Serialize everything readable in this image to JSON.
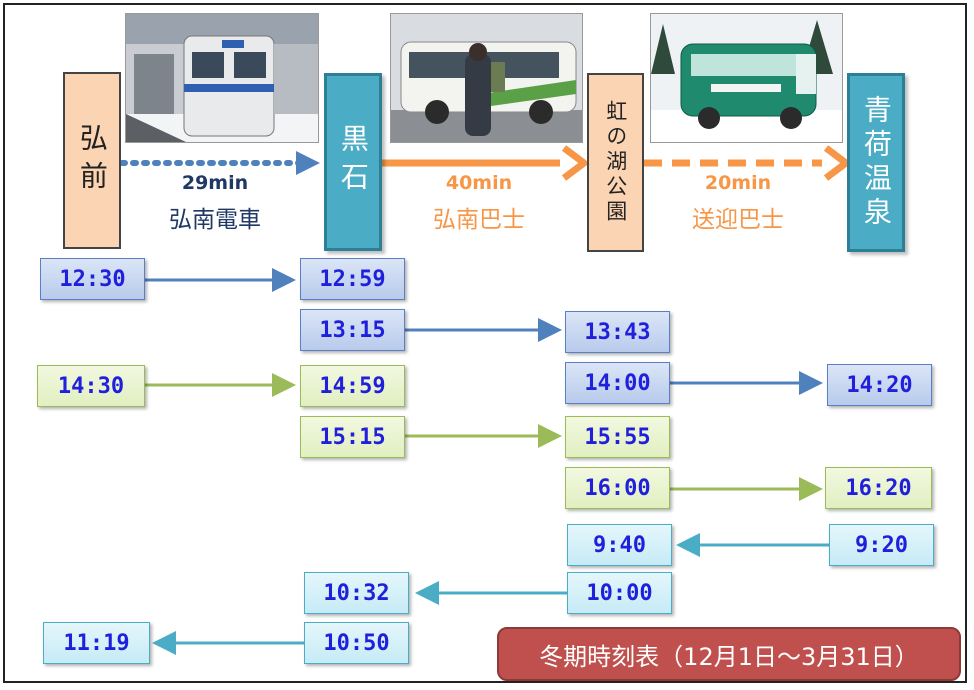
{
  "stations": {
    "hirosaki": "弘前",
    "kuroishi": "黒石",
    "nijinoko": "虹の湖公園",
    "aoni": "青荷温泉"
  },
  "legs": [
    {
      "duration": "29min",
      "mode": "弘南電車",
      "color": "#4f81bd"
    },
    {
      "duration": "40min",
      "mode": "弘南巴士",
      "color": "#f79646"
    },
    {
      "duration": "20min",
      "mode": "送迎巴士",
      "color": "#f79646"
    }
  ],
  "photos": [
    {
      "icon": "train-photo-icon"
    },
    {
      "icon": "bus-photo-icon"
    },
    {
      "icon": "shuttle-bus-photo-icon"
    }
  ],
  "times": {
    "r1_hirosaki": "12:30",
    "r1_kuroishi": "12:59",
    "r2_kuroishi": "13:15",
    "r2_nijinoko": "13:43",
    "r3_nijinoko": "14:00",
    "r3_aoni": "14:20",
    "g1_hirosaki": "14:30",
    "g1_kuroishi": "14:59",
    "g2_kuroishi": "15:15",
    "g2_nijinoko": "15:55",
    "g3_nijinoko": "16:00",
    "g3_aoni": "16:20",
    "ret_aoni": "9:20",
    "ret_nijinoko_arr": "9:40",
    "ret_nijinoko_dep": "10:00",
    "ret_kuroishi_arr": "10:32",
    "ret_kuroishi_dep": "10:50",
    "ret_hirosaki_arr": "11:19"
  },
  "colors": {
    "blue": "#4f81bd",
    "green": "#9bbb59",
    "cyan": "#4bacc6",
    "orange": "#f79646",
    "badge": "#c0504d"
  },
  "badge": "冬期時刻表（12月1日～3月31日）"
}
